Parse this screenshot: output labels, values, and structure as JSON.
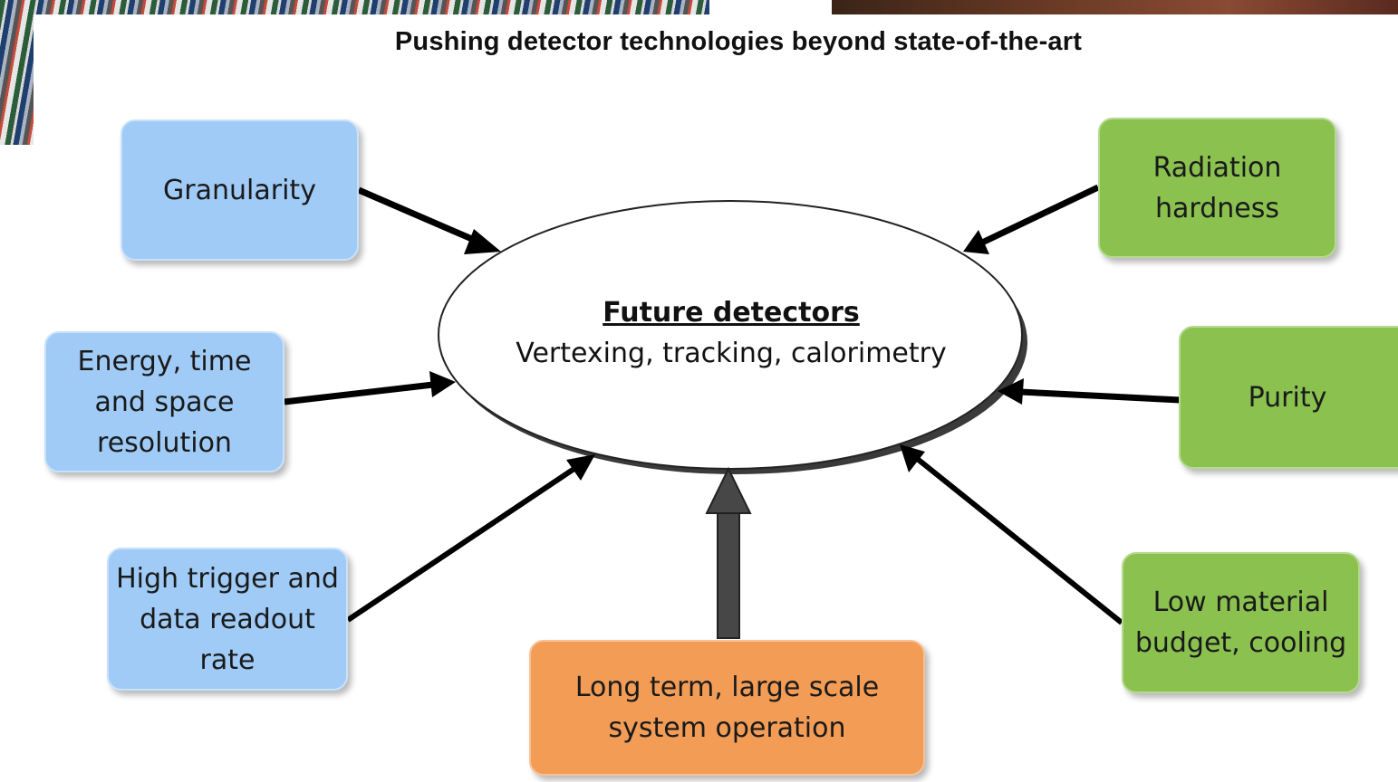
{
  "title": "Pushing detector technologies beyond state-of-the-art",
  "center": {
    "title": "Future detectors",
    "subtitle": "Vertexing, tracking, calorimetry"
  },
  "boxes": {
    "granularity": "Granularity",
    "energy_time_space": [
      "Energy, time",
      "and space",
      "resolution"
    ],
    "trigger_readout": [
      "High trigger and",
      "data readout",
      "rate"
    ],
    "long_term": [
      "Long term, large scale",
      "system operation"
    ],
    "radiation": [
      "Radiation",
      "hardness"
    ],
    "purity": "Purity",
    "material": [
      "Low material",
      "budget, cooling"
    ]
  },
  "colors": {
    "blue": "#9fcbf6",
    "green": "#8ac14f",
    "orange": "#f29c56"
  }
}
